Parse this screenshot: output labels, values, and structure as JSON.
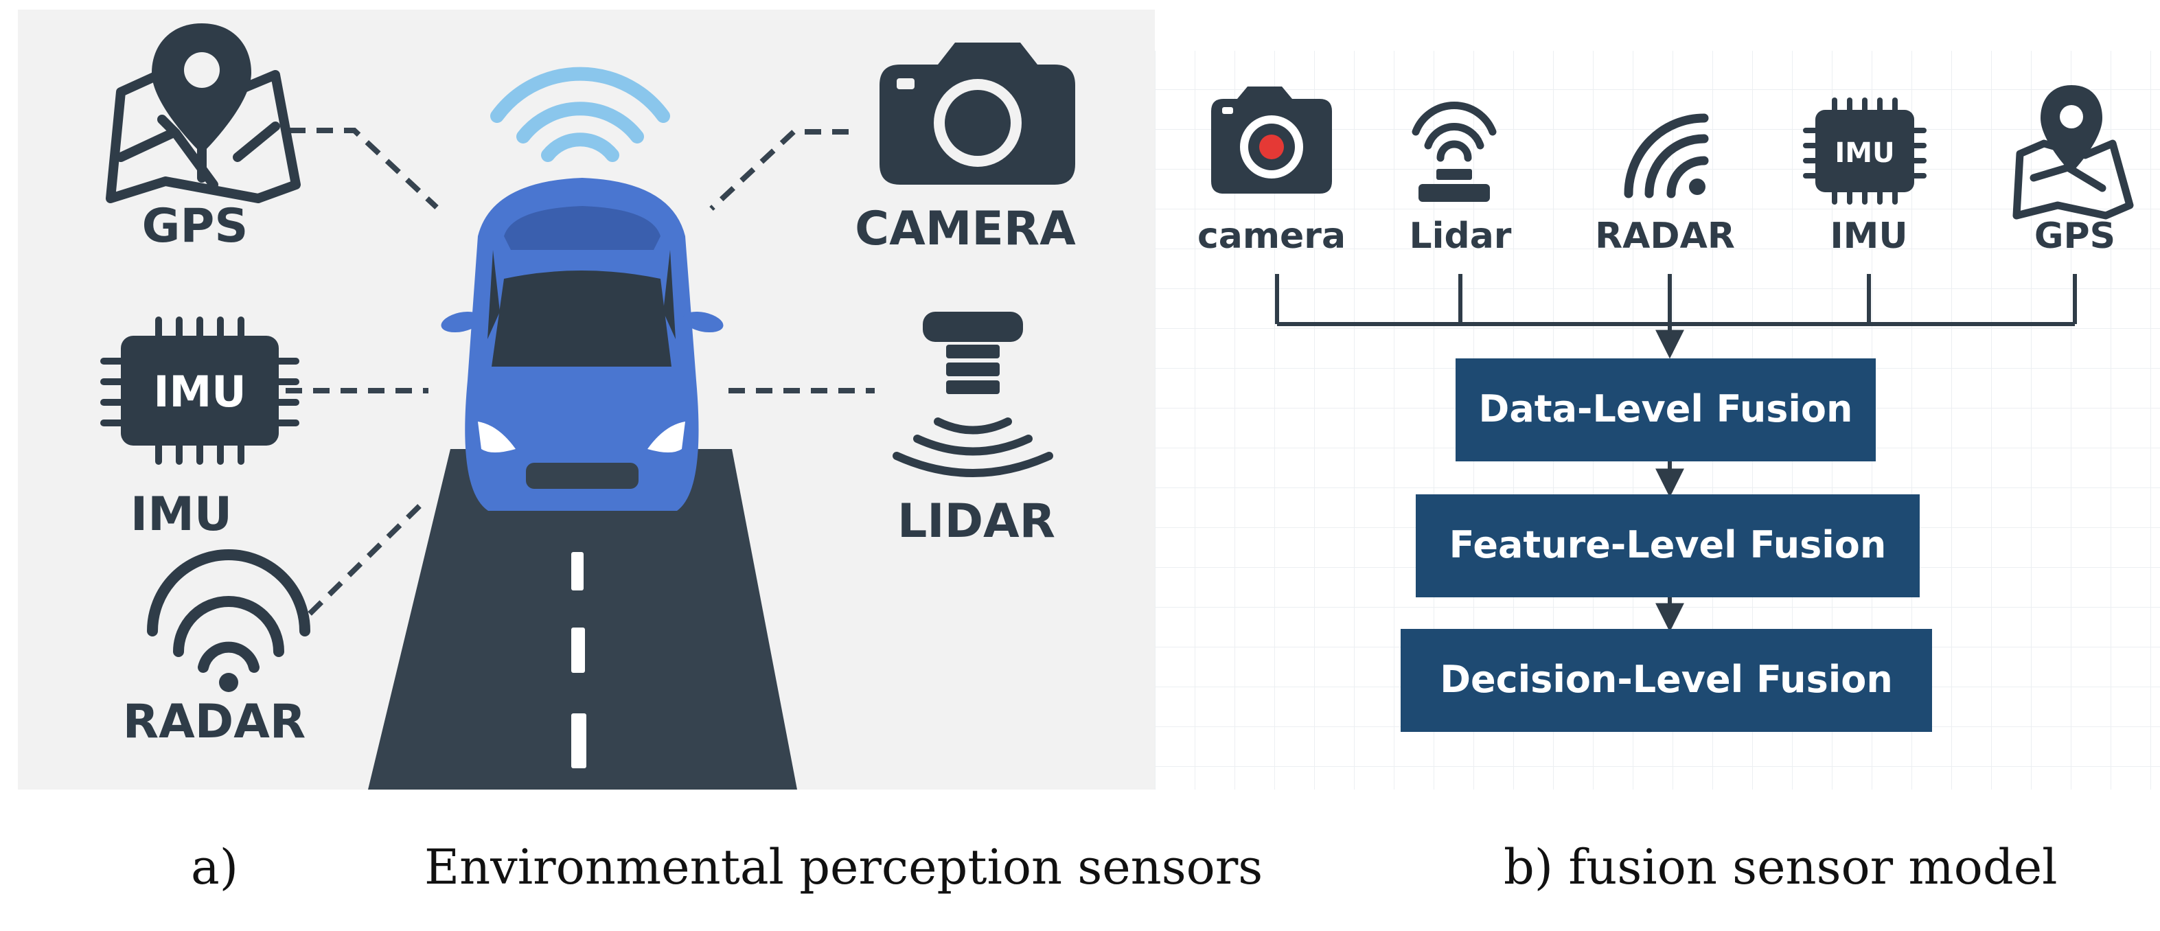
{
  "panel_a": {
    "sensors": {
      "gps": "GPS",
      "camera": "CAMERA",
      "imu": "IMU",
      "lidar": "LIDAR",
      "radar": "RADAR"
    },
    "imu_chip_text": "IMU",
    "caption_letter": "a)",
    "caption_text": "Environmental perception sensors"
  },
  "panel_b": {
    "sensors": {
      "camera": "camera",
      "lidar": "Lidar",
      "radar": "RADAR",
      "imu": "IMU",
      "gps": "GPS"
    },
    "imu_chip_text": "IMU",
    "fusion_levels": {
      "data": "Data-Level Fusion",
      "feature": "Feature-Level Fusion",
      "decision": "Decision-Level Fusion"
    },
    "caption": "b) fusion sensor model"
  },
  "colors": {
    "icon_dark": "#2f3c48",
    "car_blue": "#4a76d0",
    "fusion_box": "#1e4a72",
    "signal_light_blue": "#8ac6ec",
    "camera_red_dot": "#e53935"
  }
}
